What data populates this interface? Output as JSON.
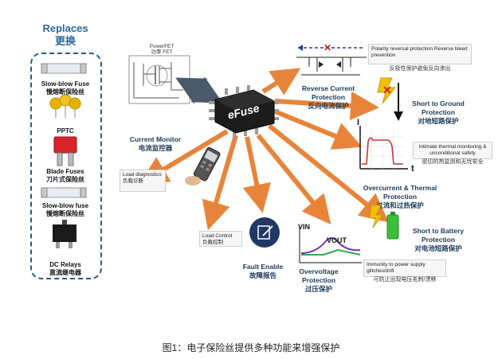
{
  "replaces": {
    "title_en": "Replaces",
    "title_cn": "更换"
  },
  "components": [
    {
      "label": "Slow-blow Fuse\n慢熔断保险丝"
    },
    {
      "label": "PPTC"
    },
    {
      "label": "Blade Fuses\n刀片式保险丝"
    },
    {
      "label": "Slow-blow fuse\n慢熔断保险丝"
    },
    {
      "label": "DC Relays\n直流继电器"
    }
  ],
  "powerfet": {
    "label_en": "PowerFET",
    "label_cn": "功率 FET"
  },
  "chip": {
    "label": "eFuse"
  },
  "functions": {
    "reverse_current": {
      "en": "Reverse Current\nProtection",
      "cn": "反向电流保护"
    },
    "short_ground": {
      "en": "Short to Ground\nProtection",
      "cn": "对地短路保护"
    },
    "overcurrent": {
      "en": "Overcurrent & Thermal\nProtection",
      "cn": "过流和过热保护"
    },
    "short_battery": {
      "en": "Short to Battery\nProtection",
      "cn": "对电池短路保护"
    },
    "overvoltage": {
      "en": "Overvoltage\nProtection",
      "cn": "过压保护"
    },
    "fault_enable": {
      "en": "Fault Enable",
      "cn": "故障报告"
    },
    "current_monitor": {
      "en": "Current Monitor",
      "cn": "电流监控器"
    }
  },
  "notes": {
    "polarity": {
      "en": "Polarity reversal protection Reverse bleed prevention",
      "cn": "反极性保护避免反向渗出"
    },
    "thermal": {
      "en": "Intimate thermal monitoring & unconditional safety",
      "cn": "密切的热监测和无忧安全"
    },
    "immunity": {
      "en": "Immunity to power supply glitches/drift",
      "cn": "可防止出现电压毛刺/漂移"
    },
    "load_diag": {
      "en": "Load diagnostics",
      "cn": "负载诊断"
    },
    "load_ctrl": {
      "en": "Load Control",
      "cn": "负载控制"
    }
  },
  "graph_labels": {
    "current_axis": "I",
    "time_axis": "t",
    "vin": "VIN",
    "vout": "VOUT"
  },
  "caption": "图1：电子保险丝提供多种功能来增强保护",
  "colors": {
    "arrow": "#e8843a",
    "chip": "#1c1c1c",
    "title_blue": "#2a6a9a",
    "dark_navy": "#1f3864"
  }
}
